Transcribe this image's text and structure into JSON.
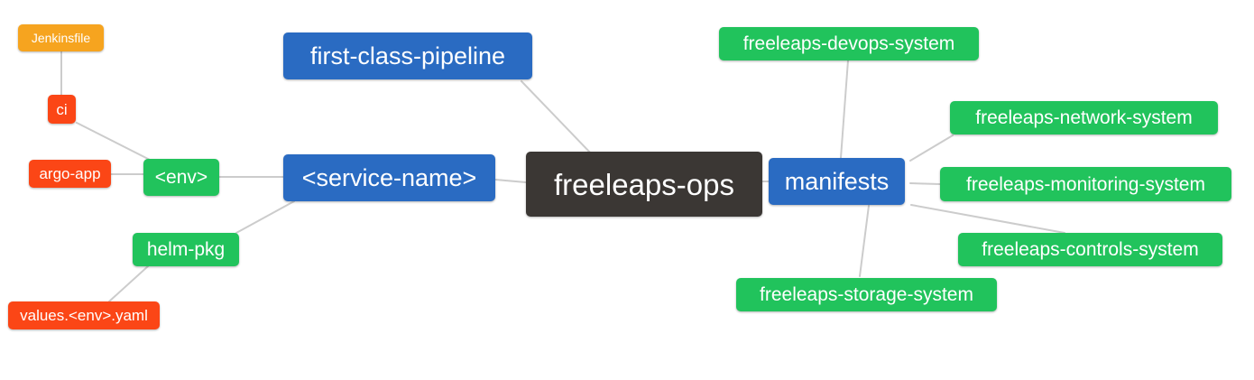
{
  "diagram": {
    "type": "mindmap",
    "root_id": "freeleaps_ops",
    "palette": {
      "blue": "#2a6bc2",
      "green": "#21c35c",
      "orange": "#f6a41f",
      "red": "#fb4616",
      "dark": "#3b3734",
      "edge": "#cccccc"
    },
    "nodes": {
      "jenkinsfile": {
        "label": "Jenkinsfile",
        "color": "orange"
      },
      "ci": {
        "label": "ci",
        "color": "red"
      },
      "argo_app": {
        "label": "argo-app",
        "color": "red"
      },
      "env": {
        "label": "<env>",
        "color": "green"
      },
      "helm_pkg": {
        "label": "helm-pkg",
        "color": "green"
      },
      "values_env_yaml": {
        "label": "values.<env>.yaml",
        "color": "red"
      },
      "first_class_pipeline": {
        "label": "first-class-pipeline",
        "color": "blue"
      },
      "service_name": {
        "label": "<service-name>",
        "color": "blue"
      },
      "freeleaps_ops": {
        "label": "freeleaps-ops",
        "color": "dark"
      },
      "manifests": {
        "label": "manifests",
        "color": "blue"
      },
      "devops_system": {
        "label": "freeleaps-devops-system",
        "color": "green"
      },
      "network_system": {
        "label": "freeleaps-network-system",
        "color": "green"
      },
      "monitoring_system": {
        "label": "freeleaps-monitoring-system",
        "color": "green"
      },
      "controls_system": {
        "label": "freeleaps-controls-system",
        "color": "green"
      },
      "storage_system": {
        "label": "freeleaps-storage-system",
        "color": "green"
      }
    },
    "edges": [
      {
        "from": "jenkinsfile",
        "to": "ci"
      },
      {
        "from": "ci",
        "to": "env"
      },
      {
        "from": "argo_app",
        "to": "env"
      },
      {
        "from": "env",
        "to": "service_name"
      },
      {
        "from": "helm_pkg",
        "to": "service_name"
      },
      {
        "from": "values_env_yaml",
        "to": "helm_pkg"
      },
      {
        "from": "first_class_pipeline",
        "to": "freeleaps_ops"
      },
      {
        "from": "service_name",
        "to": "freeleaps_ops"
      },
      {
        "from": "freeleaps_ops",
        "to": "manifests"
      },
      {
        "from": "manifests",
        "to": "devops_system"
      },
      {
        "from": "manifests",
        "to": "network_system"
      },
      {
        "from": "manifests",
        "to": "monitoring_system"
      },
      {
        "from": "manifests",
        "to": "controls_system"
      },
      {
        "from": "manifests",
        "to": "storage_system"
      }
    ]
  }
}
